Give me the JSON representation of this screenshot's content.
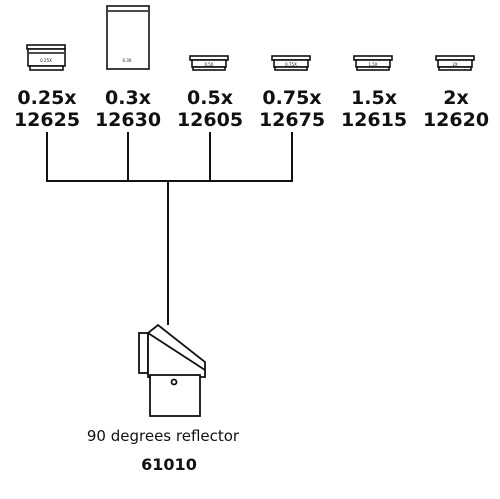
{
  "lenses": [
    {
      "mag": "0.25x",
      "part": "12625",
      "tiny": "0.25X"
    },
    {
      "mag": "0.3x",
      "part": "12630",
      "tiny": "0.3X"
    },
    {
      "mag": "0.5x",
      "part": "12605",
      "tiny": "0.5X"
    },
    {
      "mag": "0.75x",
      "part": "12675",
      "tiny": "0.75X"
    },
    {
      "mag": "1.5x",
      "part": "12615",
      "tiny": "1.5X"
    },
    {
      "mag": "2x",
      "part": "12620",
      "tiny": "2X"
    }
  ],
  "reflector": {
    "caption": "90 degrees reflector",
    "part": "61010"
  },
  "colors": {
    "line": "#111111",
    "fill": "#ffffff"
  }
}
